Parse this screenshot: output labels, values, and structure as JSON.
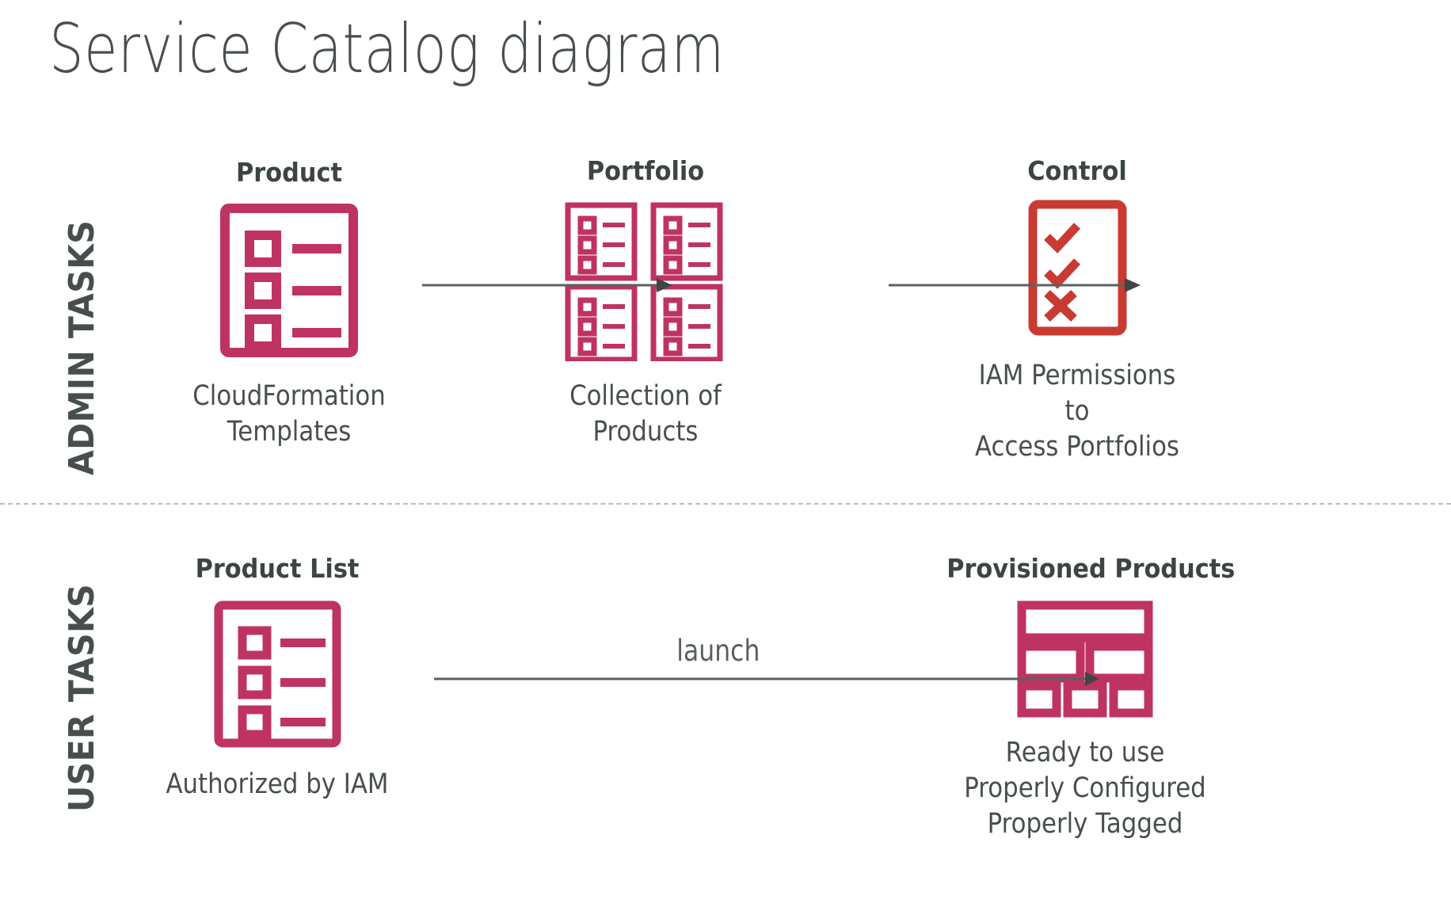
{
  "title": "Service Catalog diagram",
  "colors": {
    "pink": "#bf3362",
    "red": "#c93a33",
    "text_dark": "#474f4e",
    "arrow": "#5a6160",
    "divider": "#b9bcbc",
    "background": "#ffffff"
  },
  "bands": [
    {
      "id": "admin",
      "label": "ADMIN TASKS"
    },
    {
      "id": "user",
      "label": "USER TASKS"
    }
  ],
  "divider": {
    "style": "dashed"
  },
  "nodes": [
    {
      "id": "product",
      "band": "admin",
      "title": "Product",
      "caption": "CloudFormation\nTemplates",
      "icon": "checklist-document-icon",
      "icon_color": "#bf3362"
    },
    {
      "id": "portfolio",
      "band": "admin",
      "title": "Portfolio",
      "caption": "Collection of Products",
      "icon": "four-documents-grid-icon",
      "icon_color": "#bf3362"
    },
    {
      "id": "control",
      "band": "admin",
      "title": "Control",
      "caption": "IAM Permissions to\nAccess Portfolios",
      "icon": "checkmarks-and-cross-document-icon",
      "icon_color": "#c93a33"
    },
    {
      "id": "product-list",
      "band": "user",
      "title": "Product List",
      "caption": "Authorized by IAM",
      "icon": "checklist-document-icon",
      "icon_color": "#bf3362"
    },
    {
      "id": "provisioned",
      "band": "user",
      "title": "Provisioned Products",
      "caption": "Ready to use\nProperly Configured\nProperly Tagged",
      "icon": "dashboard-layout-icon",
      "icon_color": "#bf3362"
    }
  ],
  "arrows": [
    {
      "id": "product-to-portfolio",
      "from": "product",
      "to": "portfolio",
      "label": ""
    },
    {
      "id": "portfolio-to-control",
      "from": "portfolio",
      "to": "control",
      "label": ""
    },
    {
      "id": "launch",
      "from": "product-list",
      "to": "provisioned",
      "label": "launch"
    }
  ],
  "launch_label": "launch"
}
